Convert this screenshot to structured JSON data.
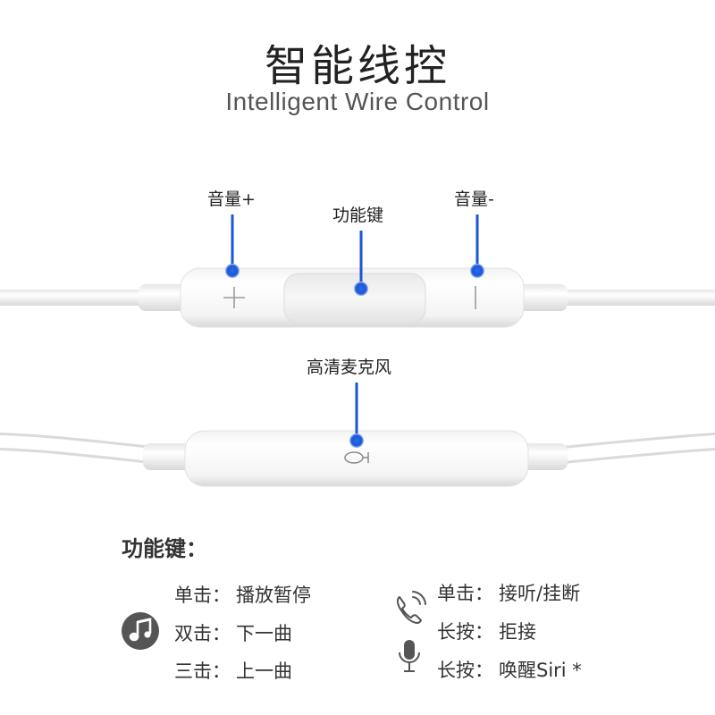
{
  "header": {
    "title": "智能线控",
    "subtitle": "Intelligent Wire Control"
  },
  "remote": {
    "volume_up_label": "音量+",
    "function_key_label": "功能键",
    "volume_down_label": "音量-",
    "mic_label": "高清麦克风"
  },
  "function_section": {
    "title": "功能键：",
    "music": {
      "icon": "music-note-icon",
      "items": [
        {
          "action": "单击：",
          "result": "播放暂停"
        },
        {
          "action": "双击：",
          "result": "下一曲"
        },
        {
          "action": "三击：",
          "result": "上一曲"
        }
      ]
    },
    "call": {
      "phone_icon": "phone-icon",
      "mic_icon": "microphone-icon",
      "items": [
        {
          "action": "单击：",
          "result": "接听/挂断"
        },
        {
          "action": "长按：",
          "result": "拒接"
        },
        {
          "action": "长按：",
          "result": "唤醒Siri  *"
        }
      ]
    }
  },
  "colors": {
    "accent_blue": "#1a56d6",
    "cable": "#ffffff",
    "cable_shadow": "#dcdcdc"
  }
}
